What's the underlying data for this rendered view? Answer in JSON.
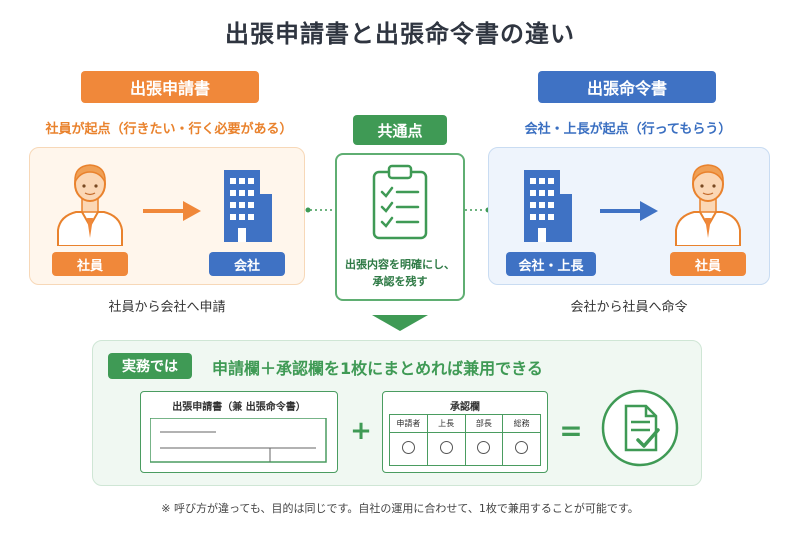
{
  "title": "出張申請書と出張命令書の違い",
  "left": {
    "heading": "出張申請書",
    "subtitle": "社員が起点（行きたい・行く必要がある）",
    "person_tag": "社員",
    "company_tag": "会社",
    "caption": "社員から会社へ申請",
    "color": "#f0883a"
  },
  "center": {
    "heading": "共通点",
    "text_line1": "出張内容を明確にし、",
    "text_line2": "承認を残す",
    "color": "#3f9a55"
  },
  "right": {
    "heading": "出張命令書",
    "subtitle": "会社・上長が起点（行ってもらう）",
    "company_tag": "会社・上長",
    "person_tag": "社員",
    "caption": "会社から社員へ命令",
    "color": "#3f72c4"
  },
  "practice": {
    "badge": "実務では",
    "headline": "申請欄＋承認欄を1枚にまとめれば兼用できる",
    "form_title": "出張申請書（兼 出張命令書）",
    "approval_title": "承認欄",
    "approval_columns": [
      "申請者",
      "上長",
      "部長",
      "総務"
    ],
    "plus": "+",
    "equals": "="
  },
  "footnote": "※ 呼び方が違っても、目的は同じです。自社の運用に合わせて、1枚で兼用することが可能です。"
}
